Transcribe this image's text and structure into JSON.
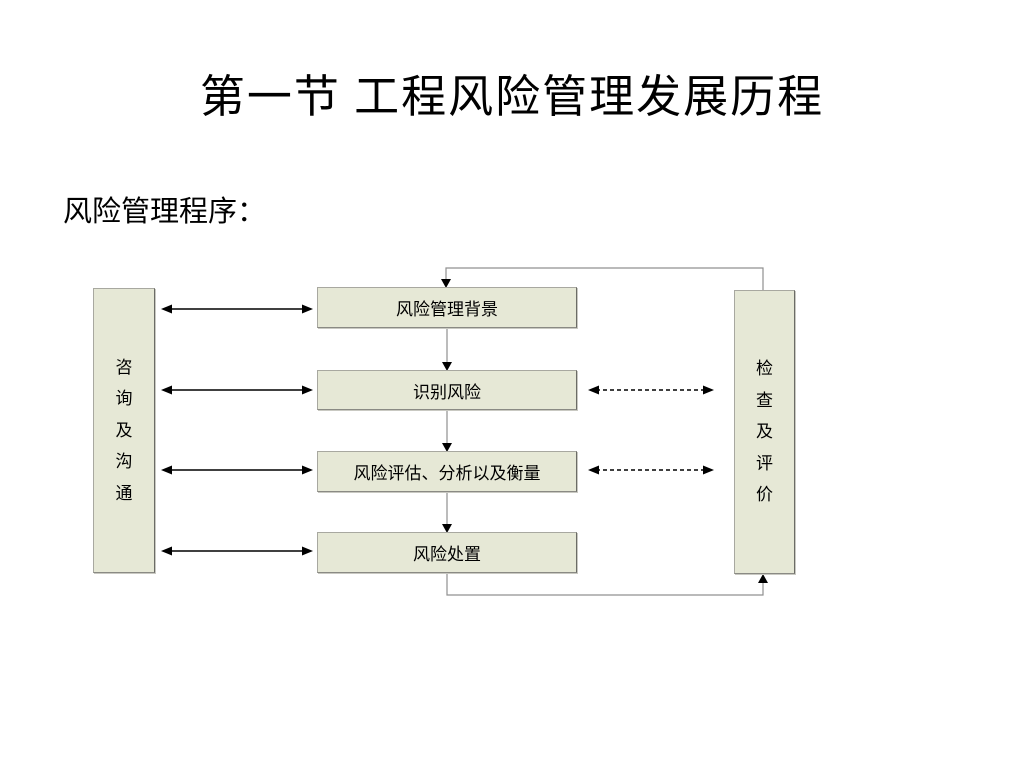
{
  "slide": {
    "title": "第一节  工程风险管理发展历程",
    "subtitle": "风险管理程序："
  },
  "diagram": {
    "left_box": {
      "label": "咨询及沟通"
    },
    "right_box": {
      "label": "检查及评价"
    },
    "process_boxes": [
      {
        "label": "风险管理背景"
      },
      {
        "label": "识别风险"
      },
      {
        "label": "风险评估、分析以及衡量"
      },
      {
        "label": "风险处置"
      }
    ],
    "flow": {
      "vertical_arrows": "top-to-bottom between process boxes",
      "left_links": "solid double-headed arrows from consultation box to each process box",
      "right_links": "dashed double-headed arrows from identify-risk and assessment boxes to check box",
      "feedback_top": "from check box top to risk-background box top",
      "feedback_bottom": "from risk-treatment box bottom to check box bottom"
    }
  },
  "colors": {
    "background": "#ffffff",
    "box_fill": "#e6e8d6",
    "box_border": "#a8a8a0",
    "connector_line": "#909090",
    "arrow": "#000000",
    "text": "#000000"
  }
}
